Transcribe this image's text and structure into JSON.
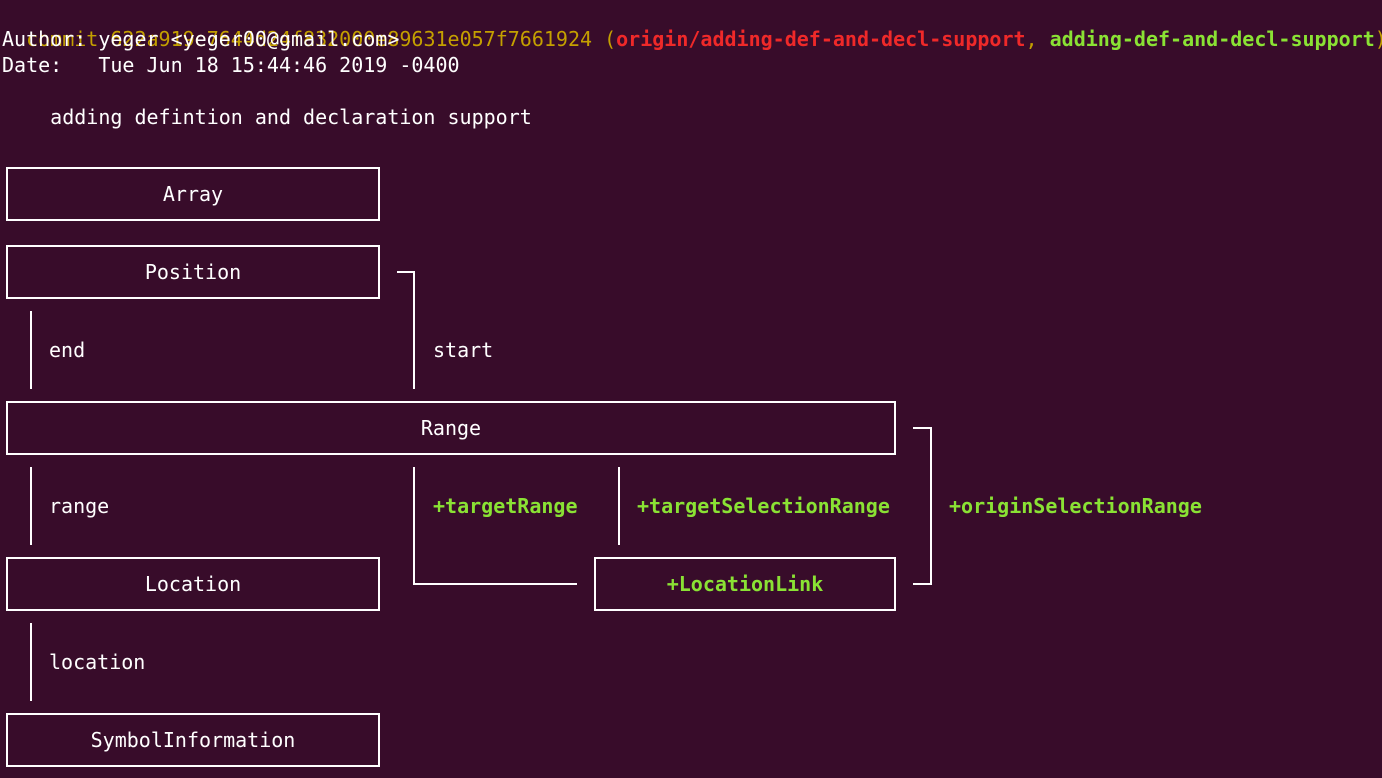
{
  "header": {
    "commit_prefix": "commit ",
    "commit_hash": "622a919e7644d24f832000e89631e057f7661924",
    "open_paren": " (",
    "remote_branch": "origin/adding-def-and-decl-support",
    "separator": ", ",
    "local_branch": "adding-def-and-decl-support",
    "close_paren": ")",
    "author_line": "Author: yeger <yeger00@gmail.com>",
    "date_line": "Date:   Tue Jun 18 15:44:46 2019 -0400",
    "message": "    adding defintion and declaration support"
  },
  "diagram": {
    "boxes": {
      "array": "Array",
      "position": "Position",
      "range": "Range",
      "location": "Location",
      "location_link": "+LocationLink",
      "symbol_information": "SymbolInformation"
    },
    "edges": {
      "end": "end",
      "start": "start",
      "range": "range",
      "target_range": "+targetRange",
      "target_selection_range": "+targetSelectionRange",
      "origin_selection_range": "+originSelectionRange",
      "location": "location"
    }
  },
  "colors": {
    "background": "#380c2a",
    "foreground": "#ffffff",
    "commit_yellow": "#c4a000",
    "remote_red": "#ef2929",
    "added_green": "#8ae234"
  }
}
